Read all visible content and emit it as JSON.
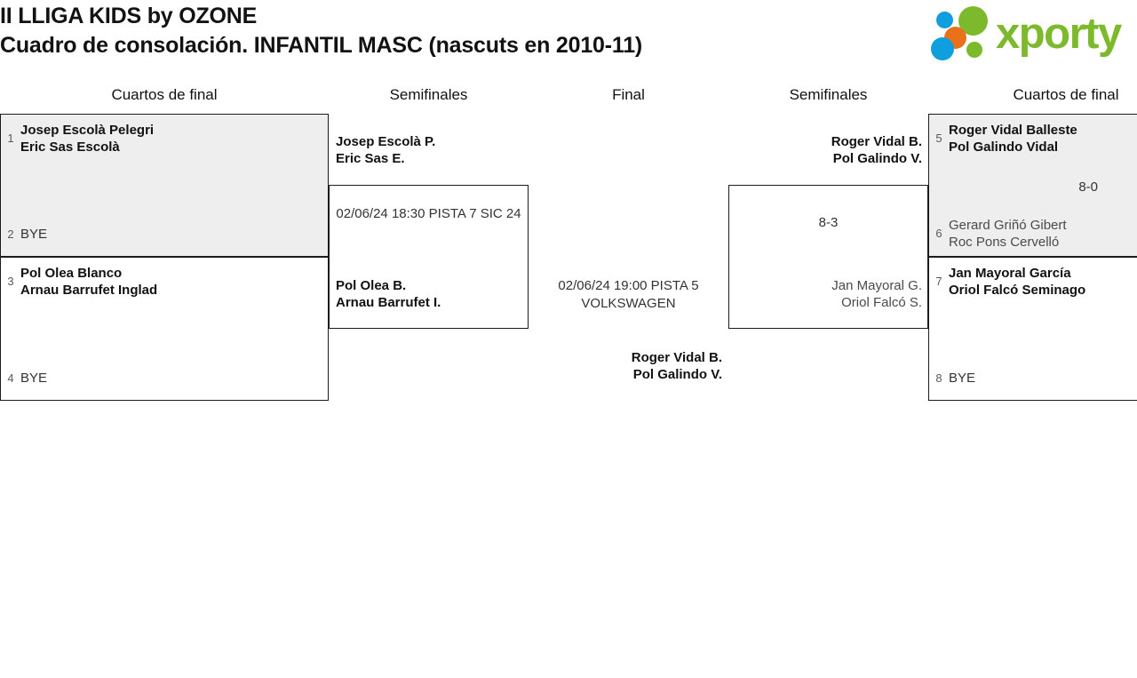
{
  "header": {
    "title_line1": "II LLIGA KIDS by OZONE",
    "title_line2": "Cuadro de consolación. INFANTIL MASC (nascuts en 2010-11)",
    "logo_word": "xporty",
    "logo_colors": {
      "green": "#7cb92c",
      "blue": "#0f9ede",
      "orange": "#e8711a"
    }
  },
  "rounds": [
    {
      "label": "Cuartos de final"
    },
    {
      "label": "Semifinales"
    },
    {
      "label": "Final"
    },
    {
      "label": "Semifinales"
    },
    {
      "label": "Cuartos de final"
    }
  ],
  "bracket": {
    "left_quarterfinals": [
      {
        "top_seed": "1",
        "top_name1": "Josep Escolà Pelegri",
        "top_name2": "Eric Sas Escolà",
        "bottom_seed": "2",
        "bottom_name1": "BYE",
        "score": ""
      },
      {
        "top_seed": "3",
        "top_name1": "Pol Olea Blanco",
        "top_name2": "Arnau Barrufet Inglad",
        "bottom_seed": "4",
        "bottom_name1": "BYE",
        "score": ""
      }
    ],
    "left_semifinal": {
      "top_name1": "Josep Escolà P.",
      "top_name2": "Eric Sas E.",
      "bottom_name1": "Pol Olea B.",
      "bottom_name2": "Arnau Barrufet I.",
      "match_info_line1": "02/06/24 18:30 PISTA 7 SIC",
      "match_info_line2": "24"
    },
    "final": {
      "match_info_line1": "02/06/24 19:00 PISTA 5",
      "match_info_line2": "VOLKSWAGEN",
      "winner_name1": "Roger Vidal B.",
      "winner_name2": "Pol Galindo V."
    },
    "right_semifinal": {
      "top_name1": "Roger Vidal B.",
      "top_name2": "Pol Galindo V.",
      "bottom_name1": "Jan Mayoral G.",
      "bottom_name2": "Oriol Falcó S.",
      "score": "8-3"
    },
    "right_quarterfinals": [
      {
        "top_seed": "5",
        "top_name1": "Roger Vidal Balleste",
        "top_name2": "Pol Galindo Vidal",
        "bottom_seed": "6",
        "bottom_name1": "Gerard Griñó Gibert",
        "bottom_name2": "Roc Pons Cervelló",
        "score": "8-0"
      },
      {
        "top_seed": "7",
        "top_name1": "Jan Mayoral García",
        "top_name2": "Oriol Falcó Seminago",
        "bottom_seed": "8",
        "bottom_name1": "BYE",
        "score": ""
      }
    ]
  }
}
